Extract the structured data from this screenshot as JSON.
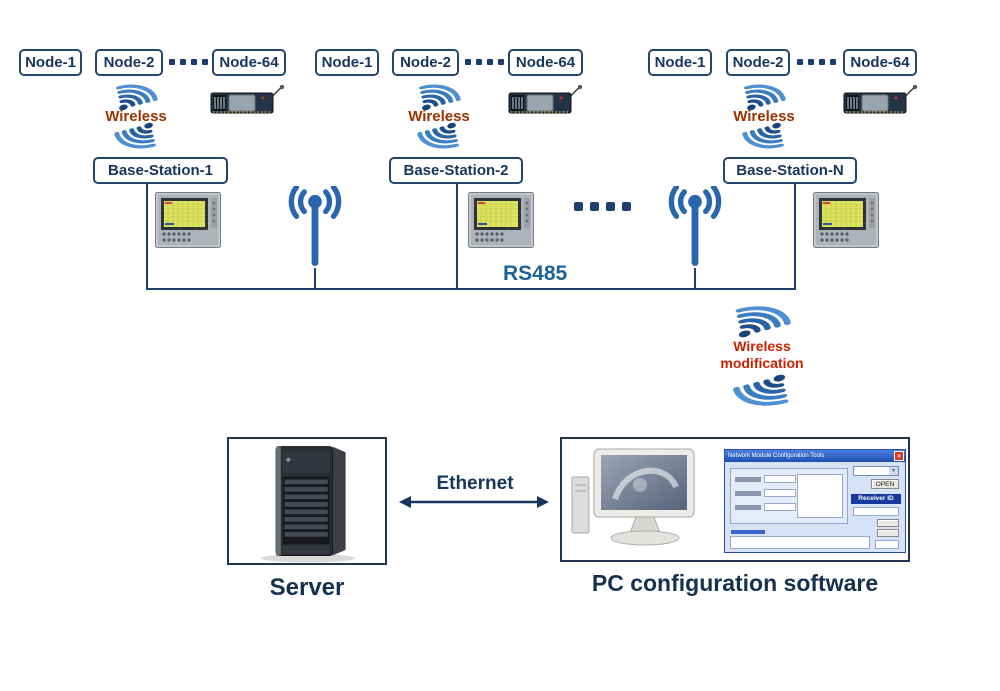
{
  "colors": {
    "navy": "#17365d",
    "box_border": "#24466e",
    "wireless_text": "#993300",
    "signal_blue": "#2e6db4",
    "rs485_blue": "#1d6396",
    "modification_red": "#cc2200"
  },
  "groups": [
    {
      "node1": "Node-1",
      "node2": "Node-2",
      "node64": "Node-64",
      "wireless": "Wireless"
    },
    {
      "node1": "Node-1",
      "node2": "Node-2",
      "node64": "Node-64",
      "wireless": "Wireless"
    },
    {
      "node1": "Node-1",
      "node2": "Node-2",
      "node64": "Node-64",
      "wireless": "Wireless"
    }
  ],
  "base_stations": [
    {
      "label": "Base-Station-1"
    },
    {
      "label": "Base-Station-2"
    },
    {
      "label": "Base-Station-N"
    }
  ],
  "bus": {
    "label": "RS485"
  },
  "wireless_modification": {
    "line1": "Wireless",
    "line2": "modification"
  },
  "ethernet": {
    "label": "Ethernet"
  },
  "server": {
    "label": "Server"
  },
  "pc": {
    "label": "PC configuration software"
  },
  "dialog": {
    "title": "Network Module Configuration Tools",
    "open_button": "OPEN",
    "receiver_id_label": "Receiver ID",
    "close_glyph": "✕",
    "combo_arrow": "▾"
  }
}
